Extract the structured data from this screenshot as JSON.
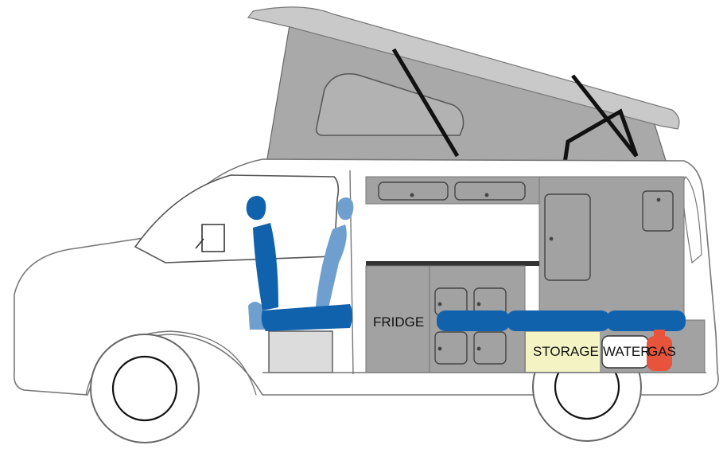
{
  "labels": {
    "fridge": "FRIDGE",
    "storage": "STORAGE",
    "water": "WATER",
    "gas": "GAS"
  },
  "colors": {
    "roof": "#a9a9a9",
    "roof_cap": "#c4c4c4",
    "cabinet": "#a2a2a2",
    "cabinet_dark": "#8e8e8e",
    "seat_blue": "#1162ad",
    "seat_light": "#6e9fcf",
    "storage": "#f4f3c4",
    "water": "#ffffff",
    "gas": "#e7533b",
    "outline": "#555555"
  }
}
